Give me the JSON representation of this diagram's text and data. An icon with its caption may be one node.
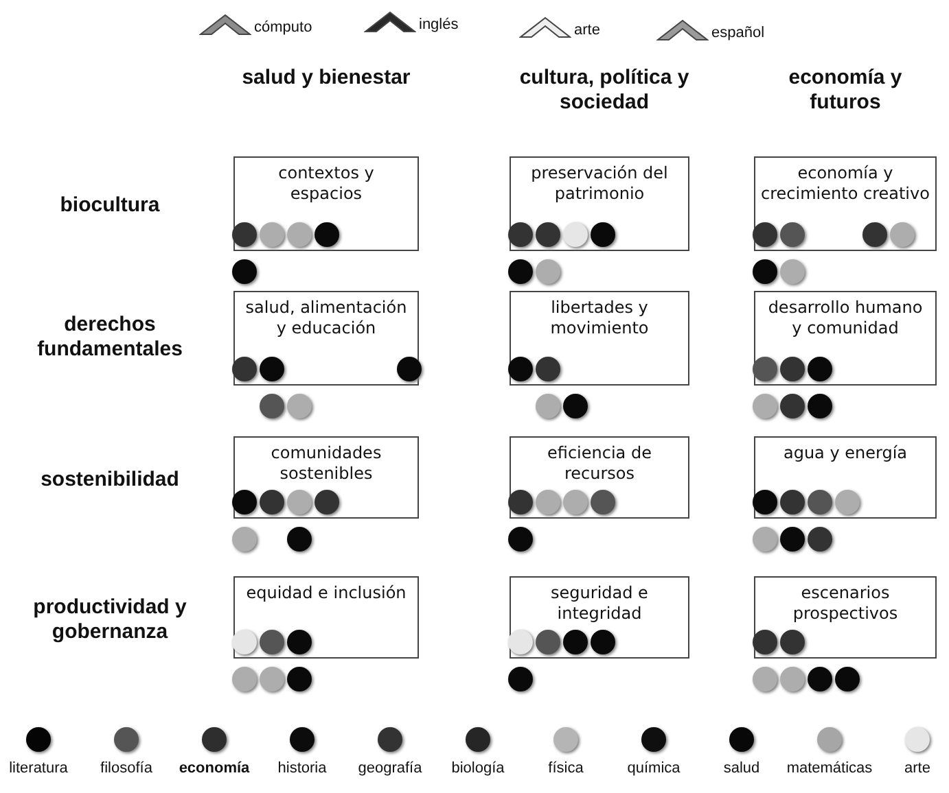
{
  "diagram": {
    "nodes": [
      {
        "text": [
          "contextos y espacios"
        ]
      },
      {
        "text": [
          "preservación del patrimonio"
        ]
      },
      {
        "text": [
          "economía y crecimiento creativo"
        ]
      },
      {
        "text": [
          "salud, alimentación y educación"
        ]
      },
      {
        "text": [
          "libertades y movimiento"
        ]
      },
      {
        "text": [
          "desarrollo humano y comunidad"
        ]
      },
      {
        "text": [
          "comunidades sostenibles"
        ]
      },
      {
        "text": [
          "eficiencia de recursos"
        ]
      },
      {
        "text": [
          "agua y energía"
        ]
      },
      {
        "text": [
          "equidad e inclusión"
        ]
      },
      {
        "text": [
          "seguridad e integridad"
        ]
      },
      {
        "text": [
          "escenarios prospectivos"
        ]
      }
    ],
    "labels": [
      "salud y bienestar",
      "cultura, política y sociedad",
      "economía y futuros",
      "biocultura",
      "derechos fundamentales",
      "sostenibilidad",
      "productividad y gobernanza"
    ],
    "legend": [
      {
        "text": "cómputo"
      },
      {
        "text": "inglés"
      },
      {
        "text": "arte"
      },
      {
        "text": "español"
      },
      {
        "text": "literatura",
        "color": "#050505"
      },
      {
        "text": "filosofía",
        "color": "#555555"
      },
      {
        "text": "economía",
        "color": "#2e2e2e"
      },
      {
        "text": "historia",
        "color": "#0c0c0c"
      },
      {
        "text": "geografía",
        "color": "#333333"
      },
      {
        "text": "biología",
        "color": "#262626"
      },
      {
        "text": "física",
        "color": "#b5b5b5"
      },
      {
        "text": "química",
        "color": "#0f0f0f"
      },
      {
        "text": "salud",
        "color": "#080808"
      },
      {
        "text": "matemáticas",
        "color": "#a6a6a6"
      },
      {
        "text": "arte",
        "color": "#e6e6e6"
      }
    ]
  }
}
